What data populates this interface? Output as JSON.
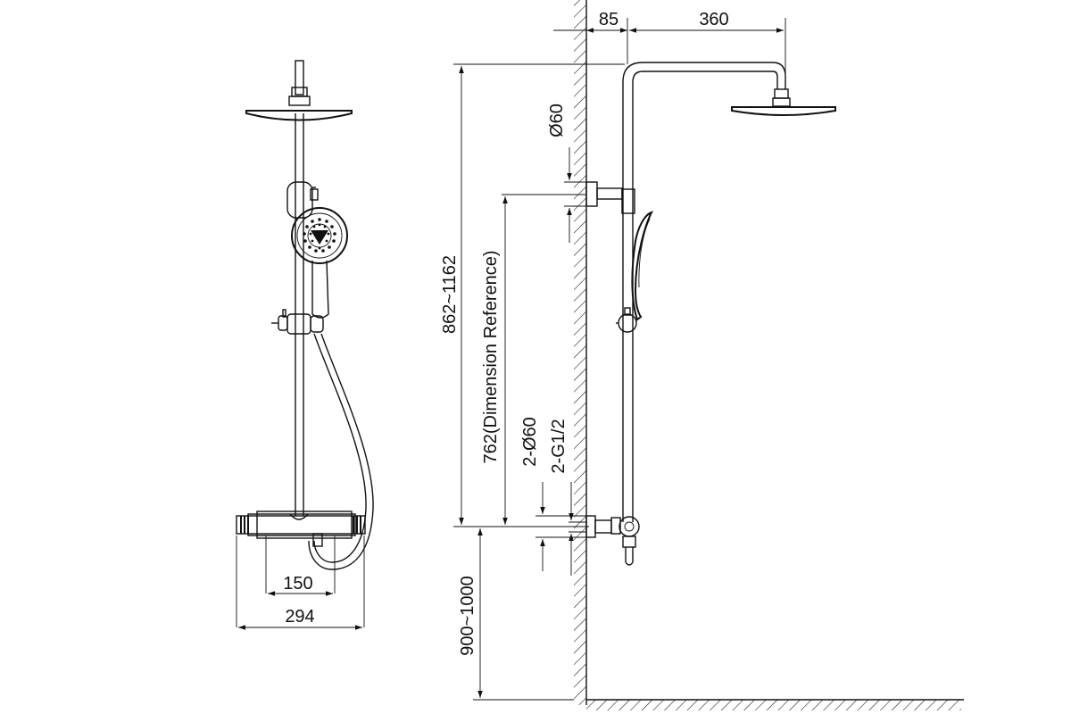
{
  "dimensions": {
    "arm_offset": "85",
    "arm_length": "360",
    "head_holder_dia": "Ø60",
    "height_range": "862~1162",
    "reference": "762(Dimension Reference)",
    "flange_dia": "2-Ø60",
    "thread": "2-G1/2",
    "install_height": "900~1000",
    "inlet_spacing": "150",
    "mixer_width": "294"
  },
  "colors": {
    "line": "#111111",
    "background": "#ffffff"
  }
}
